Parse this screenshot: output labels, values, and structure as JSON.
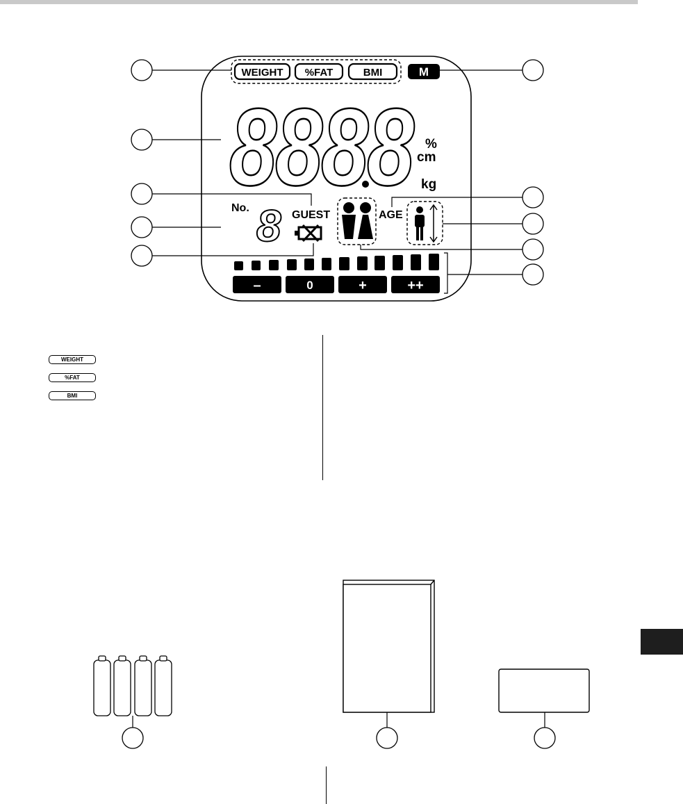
{
  "display": {
    "mode_labels": [
      "WEIGHT",
      "%FAT",
      "BMI"
    ],
    "memory_label": "M",
    "number_label": "No.",
    "guest_label": "GUEST",
    "age_label": "AGE",
    "units": [
      "%",
      "cm",
      "kg"
    ],
    "bar_labels": [
      "–",
      "0",
      "+",
      "++"
    ],
    "main_digits": [
      "8",
      "8",
      "8",
      "8"
    ],
    "user_digit": "8"
  },
  "legend": {
    "items": [
      "WEIGHT",
      "%FAT",
      "BMI"
    ]
  },
  "colors": {
    "ink": "#000000",
    "tab": "#1e1e1e",
    "header_bar": "#c9c9c9"
  },
  "icons": [
    "battery-low-icon",
    "male-female-icon",
    "person-height-icon",
    "battery-icon",
    "instruction-manual-icon",
    "card-icon"
  ]
}
